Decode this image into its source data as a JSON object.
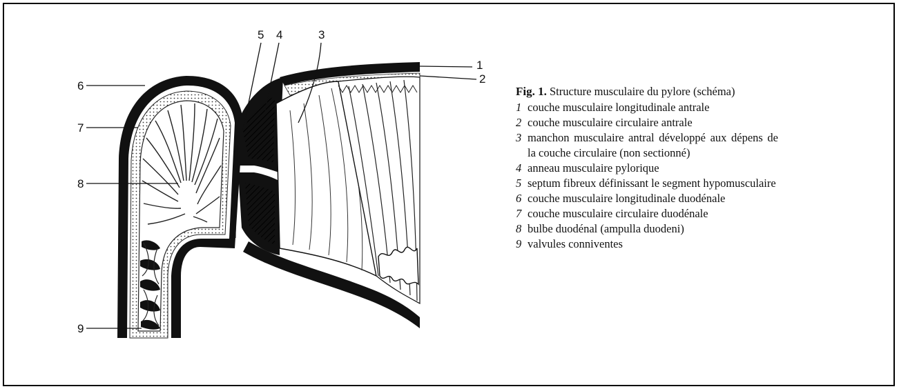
{
  "figure": {
    "callouts": [
      {
        "id": "1",
        "label": "1"
      },
      {
        "id": "2",
        "label": "2"
      },
      {
        "id": "3",
        "label": "3"
      },
      {
        "id": "4",
        "label": "4"
      },
      {
        "id": "5",
        "label": "5"
      },
      {
        "id": "6",
        "label": "6"
      },
      {
        "id": "7",
        "label": "7"
      },
      {
        "id": "8",
        "label": "8"
      },
      {
        "id": "9",
        "label": "9"
      }
    ]
  },
  "caption": {
    "fig_number": "Fig. 1.",
    "title": "Structure musculaire du pylore (schéma)",
    "legend": [
      {
        "num": "1",
        "text": "couche musculaire longitudinale antrale"
      },
      {
        "num": "2",
        "text": "couche musculaire circulaire antrale"
      },
      {
        "num": "3",
        "text": "manchon musculaire antral développé aux dépens de la couche circulaire (non sectionné)"
      },
      {
        "num": "4",
        "text": "anneau musculaire pylorique"
      },
      {
        "num": "5",
        "text": "septum fibreux définissant le segment hypomusculaire"
      },
      {
        "num": "6",
        "text": "couche musculaire longitudinale duodénale"
      },
      {
        "num": "7",
        "text": "couche musculaire circulaire duodénale"
      },
      {
        "num": "8",
        "text": "bulbe duodénal (ampulla duodeni)"
      },
      {
        "num": "9",
        "text": "valvules conniventes"
      }
    ]
  }
}
